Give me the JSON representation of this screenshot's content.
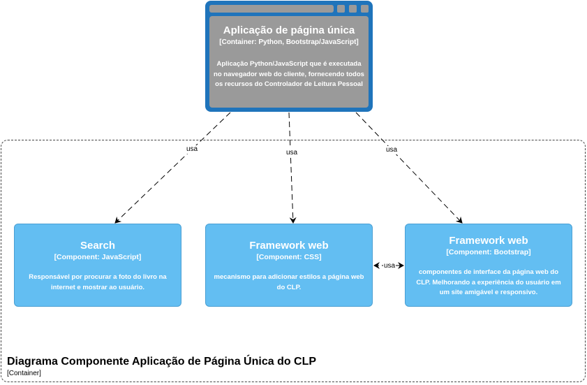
{
  "boundary": {
    "title": "Diagrama Componente Aplicação de Página Única do CLP",
    "technology": "[Container]"
  },
  "webapp": {
    "title": "Aplicação de página única",
    "technology": "[Container: Python, Bootstrap/JavaScript]",
    "description": "Aplicação Python/JavaScript que é executada no navegador web do cliente, fornecendo todos os recursos do Controlador de Leitura Pessoal"
  },
  "components": [
    {
      "title": "Search",
      "technology": "[Component: JavaScript]",
      "description": "Responsável por procurar a foto do livro na internet e mostrar ao usuário."
    },
    {
      "title": "Framework web",
      "technology": "[Component: CSS]",
      "description": "mecanismo para adicionar estilos a página web do CLP."
    },
    {
      "title": "Framework web",
      "technology": "[Component: Bootstrap]",
      "description": "componentes de interface da página web do CLP. Melhorando a experiência do usuário em um site amigável e responsivo."
    }
  ],
  "relations": [
    {
      "from": "Aplicação de página única",
      "to": "Search",
      "label": "usa"
    },
    {
      "from": "Aplicação de página única",
      "to": "Framework web (CSS)",
      "label": "usa"
    },
    {
      "from": "Aplicação de página única",
      "to": "Framework web (Bootstrap)",
      "label": "usa"
    },
    {
      "from": "Framework web (Bootstrap)",
      "to": "Framework web (CSS)",
      "label": "usa",
      "bidirectional": true
    }
  ],
  "colors": {
    "container_border": "#1f74bb",
    "container_fill": "#9a9a9a",
    "component_fill": "#63bef2",
    "component_border": "#4a9fd3"
  }
}
